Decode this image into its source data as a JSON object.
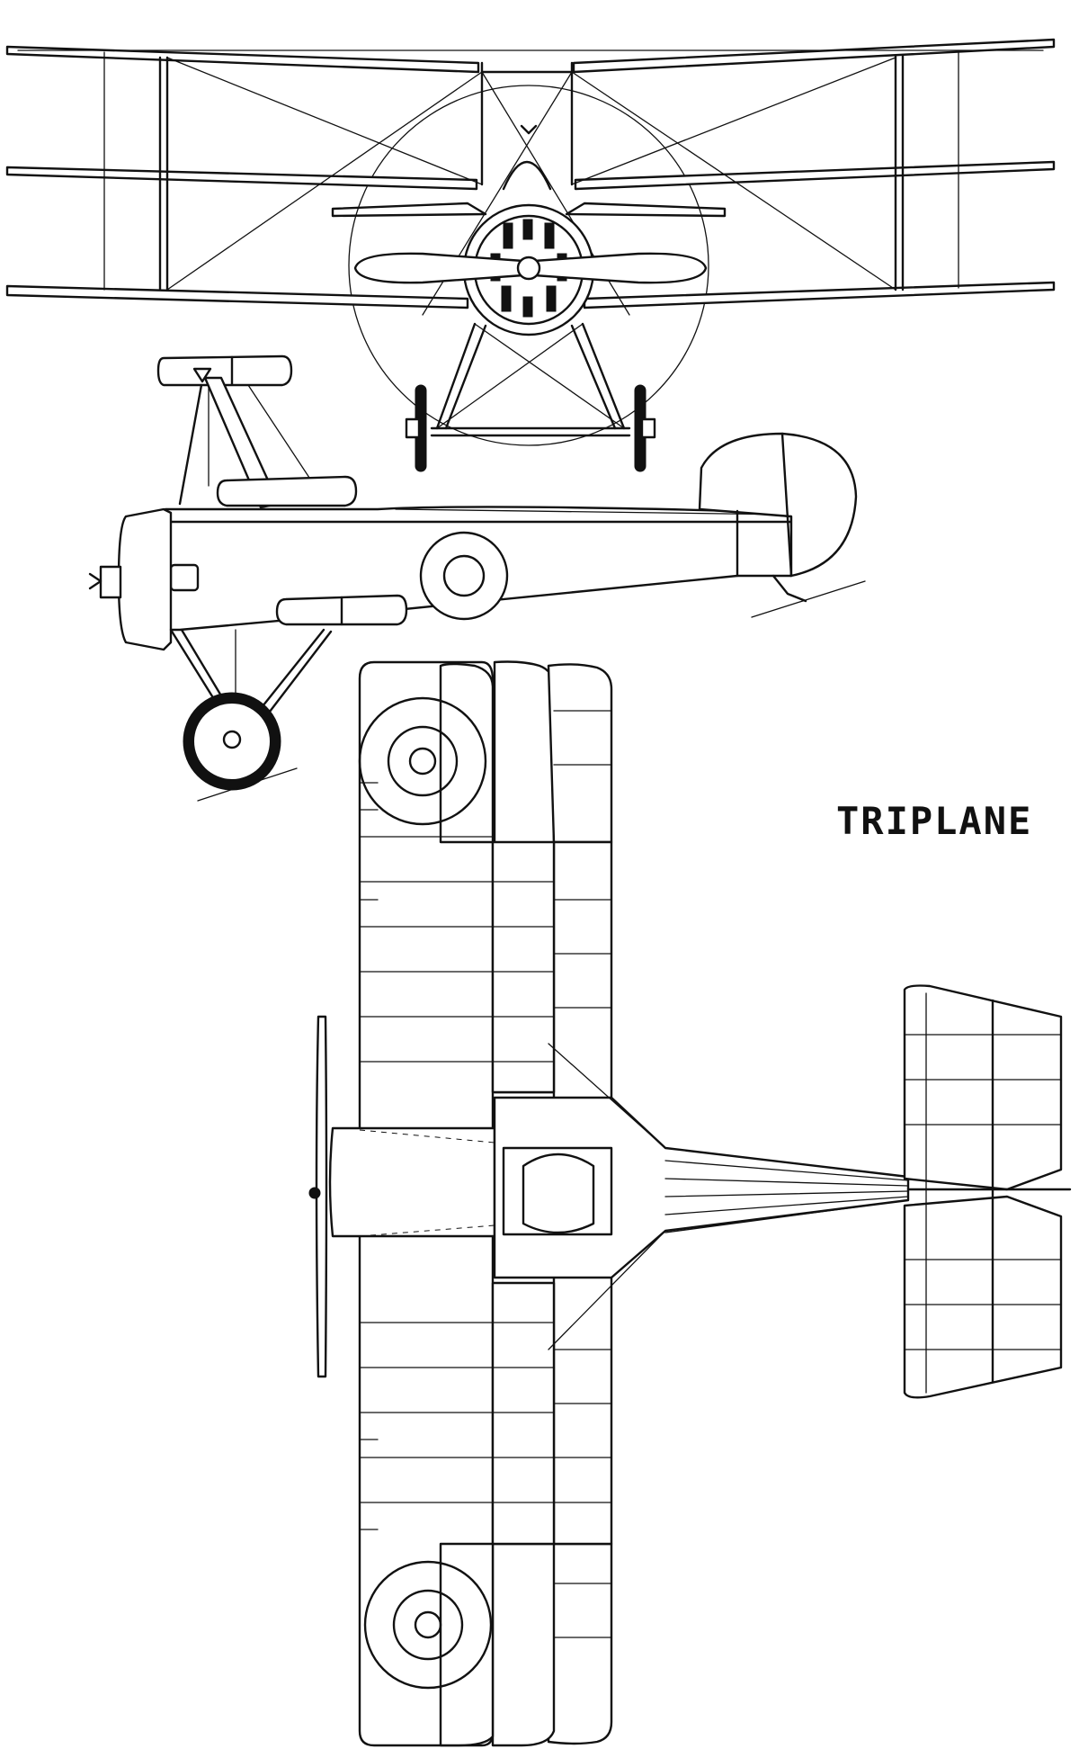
{
  "title": "TRIPLANE",
  "colors": {
    "ink": "#111111",
    "background": "#ffffff"
  },
  "views": [
    {
      "name": "front-view"
    },
    {
      "name": "side-view"
    },
    {
      "name": "top-view"
    }
  ]
}
